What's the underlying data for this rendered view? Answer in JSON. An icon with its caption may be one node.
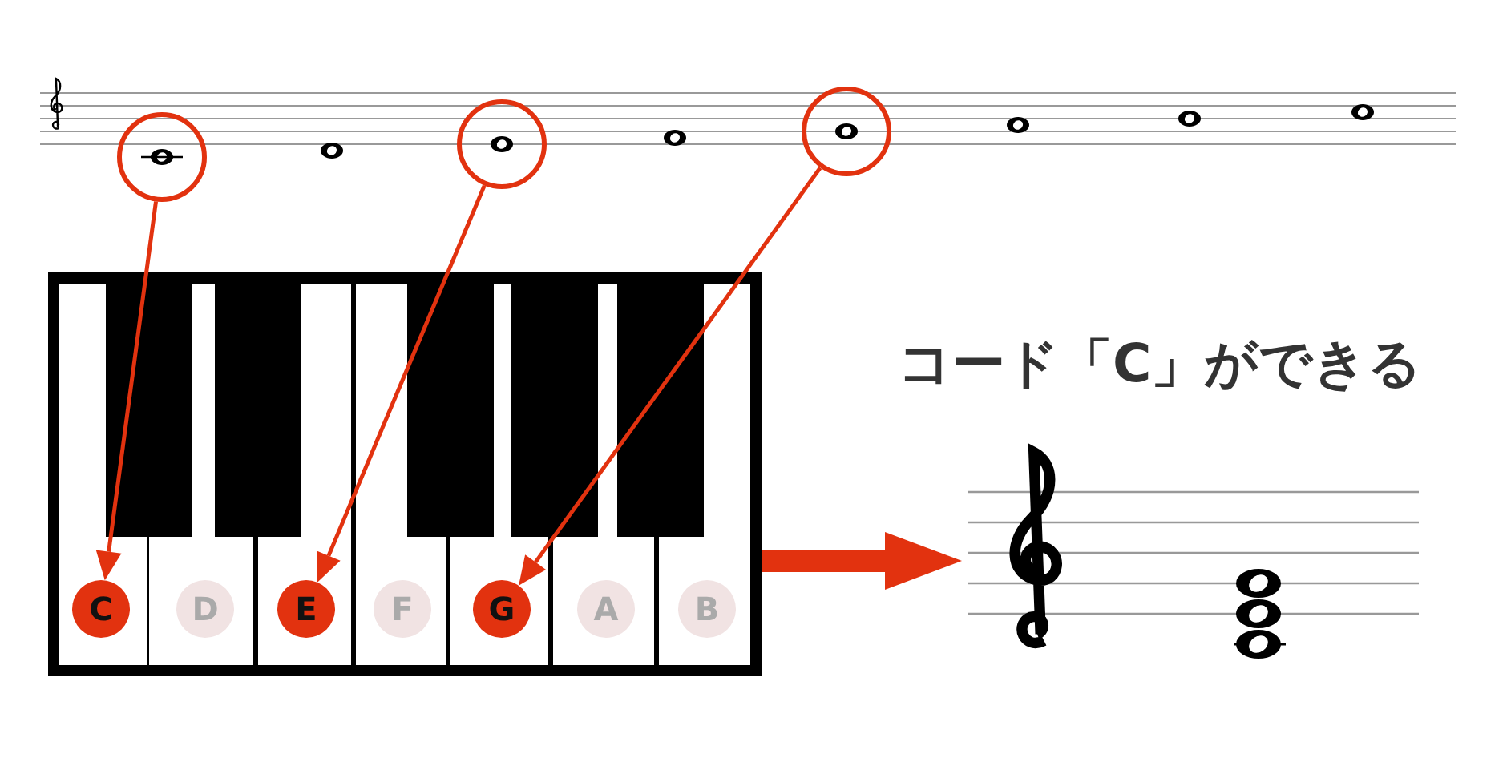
{
  "diagram": {
    "nodes": [
      {
        "text": [],
        "shape": "circle"
      },
      {
        "text": [],
        "shape": "circle"
      },
      {
        "text": [],
        "shape": "circle"
      },
      {
        "text": [],
        "shape": "picture"
      },
      {
        "text": [
          "C"
        ],
        "in": 3
      },
      {
        "text": [
          "D"
        ],
        "in": 3
      },
      {
        "text": [
          "E"
        ],
        "in": 3
      },
      {
        "text": [
          "F"
        ],
        "in": 3
      },
      {
        "text": [
          "G"
        ],
        "in": 3
      },
      {
        "text": [
          "A"
        ],
        "in": 3
      },
      {
        "text": [
          "B"
        ],
        "in": 3
      },
      {
        "text": [],
        "shape": "picture"
      }
    ],
    "edges": [
      {
        "from": 0,
        "to": 4,
        "arrow": "to"
      },
      {
        "from": 1,
        "to": 6,
        "arrow": "to"
      },
      {
        "from": 2,
        "to": 8,
        "arrow": "to"
      },
      {
        "from": 3,
        "to": 11,
        "arrow": "to",
        "style": "thick"
      }
    ],
    "labels": [
      "コード「C」ができる"
    ]
  }
}
